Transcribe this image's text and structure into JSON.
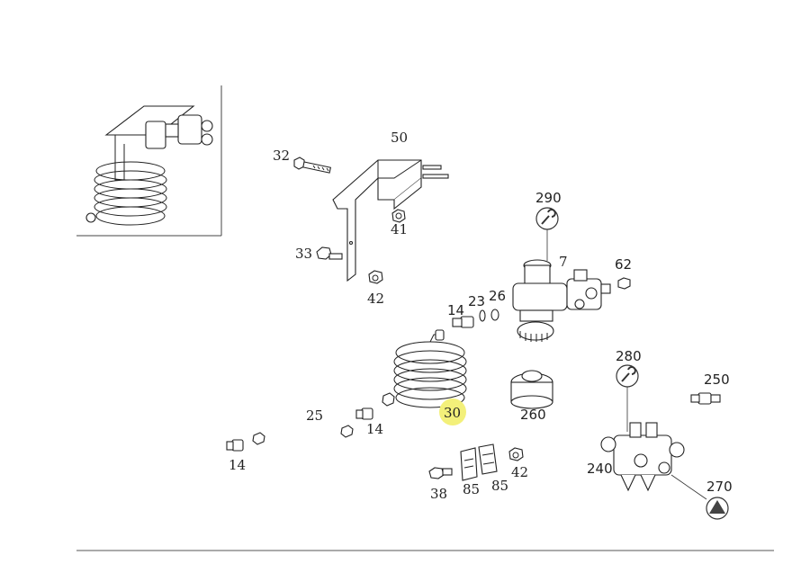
{
  "diagram": {
    "labels": {
      "p32": "32",
      "p50": "50",
      "p41": "41",
      "p33": "33",
      "p42a": "42",
      "p290": "290",
      "p7": "7",
      "p62": "62",
      "p14a": "14",
      "p23": "23",
      "p26": "26",
      "p280": "280",
      "p250": "250",
      "p25": "25",
      "p14b": "14",
      "p14c": "14",
      "p30": "30",
      "p260": "260",
      "p38": "38",
      "p85a": "85",
      "p85b": "85",
      "p42b": "42",
      "p240": "240",
      "p270": "270"
    },
    "highlight_color": "#f3f07a"
  }
}
